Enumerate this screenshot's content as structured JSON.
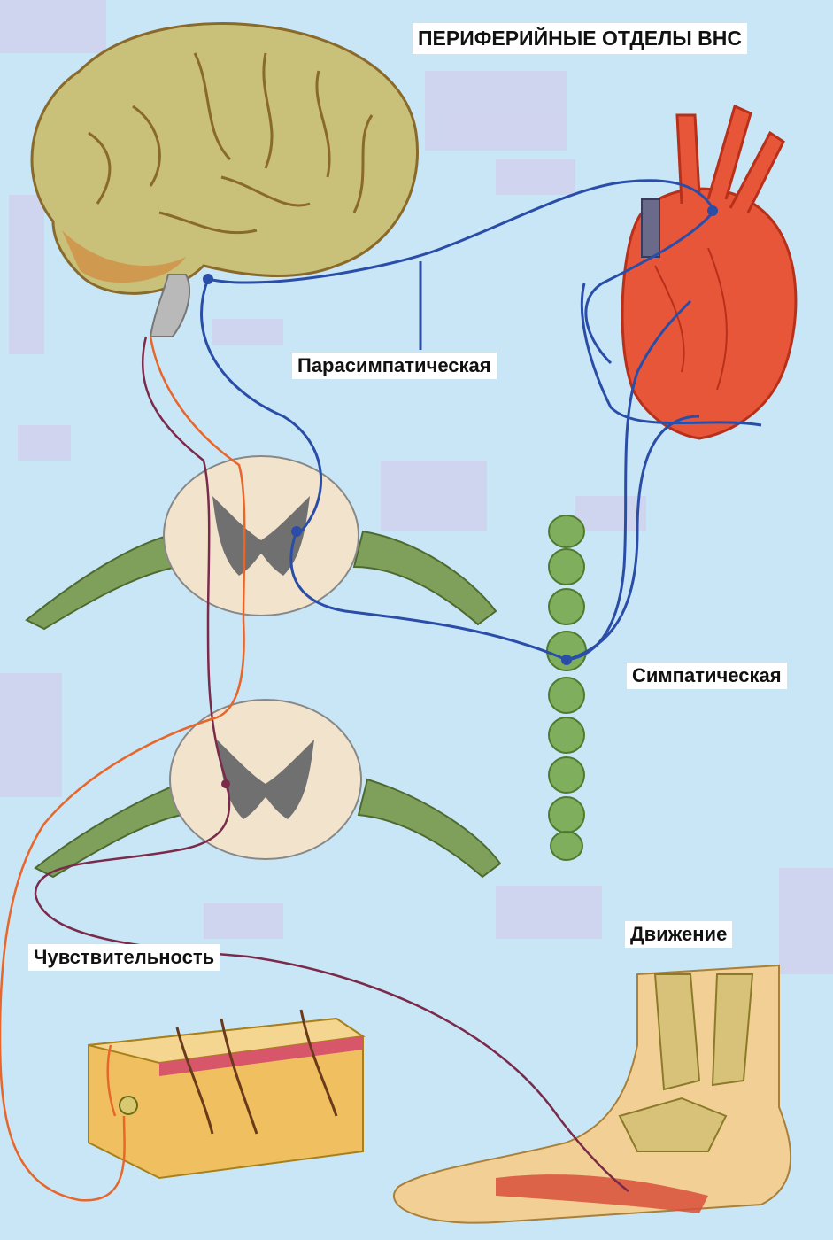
{
  "title": "ПЕРИФЕРИЙНЫЕ ОТДЕЛЫ ВНС",
  "labels": {
    "parasympathetic": "Парасимпатическая",
    "sympathetic": "Симпатическая",
    "movement": "Движение",
    "sensitivity": "Чувствительность"
  },
  "colors": {
    "background": "#c9e6f6",
    "background_blotch": "#d6c6ea",
    "brain": "#c9c07a",
    "brain_gyri": "#8a6a2a",
    "heart": "#e8563a",
    "parasympathetic_nerve": "#2a4ea8",
    "sympathetic_chain": "#7fae5c",
    "motor_nerve": "#7a2a4a",
    "sensory_nerve": "#e8662a",
    "spinal_nerve": "#7fa05a",
    "skin": "#f0c060",
    "foot": "#f2cf95"
  },
  "icons": [
    "brain-illustration",
    "heart-illustration",
    "spinal-cord-section",
    "sympathetic-chain",
    "skin-block",
    "foot-illustration"
  ]
}
